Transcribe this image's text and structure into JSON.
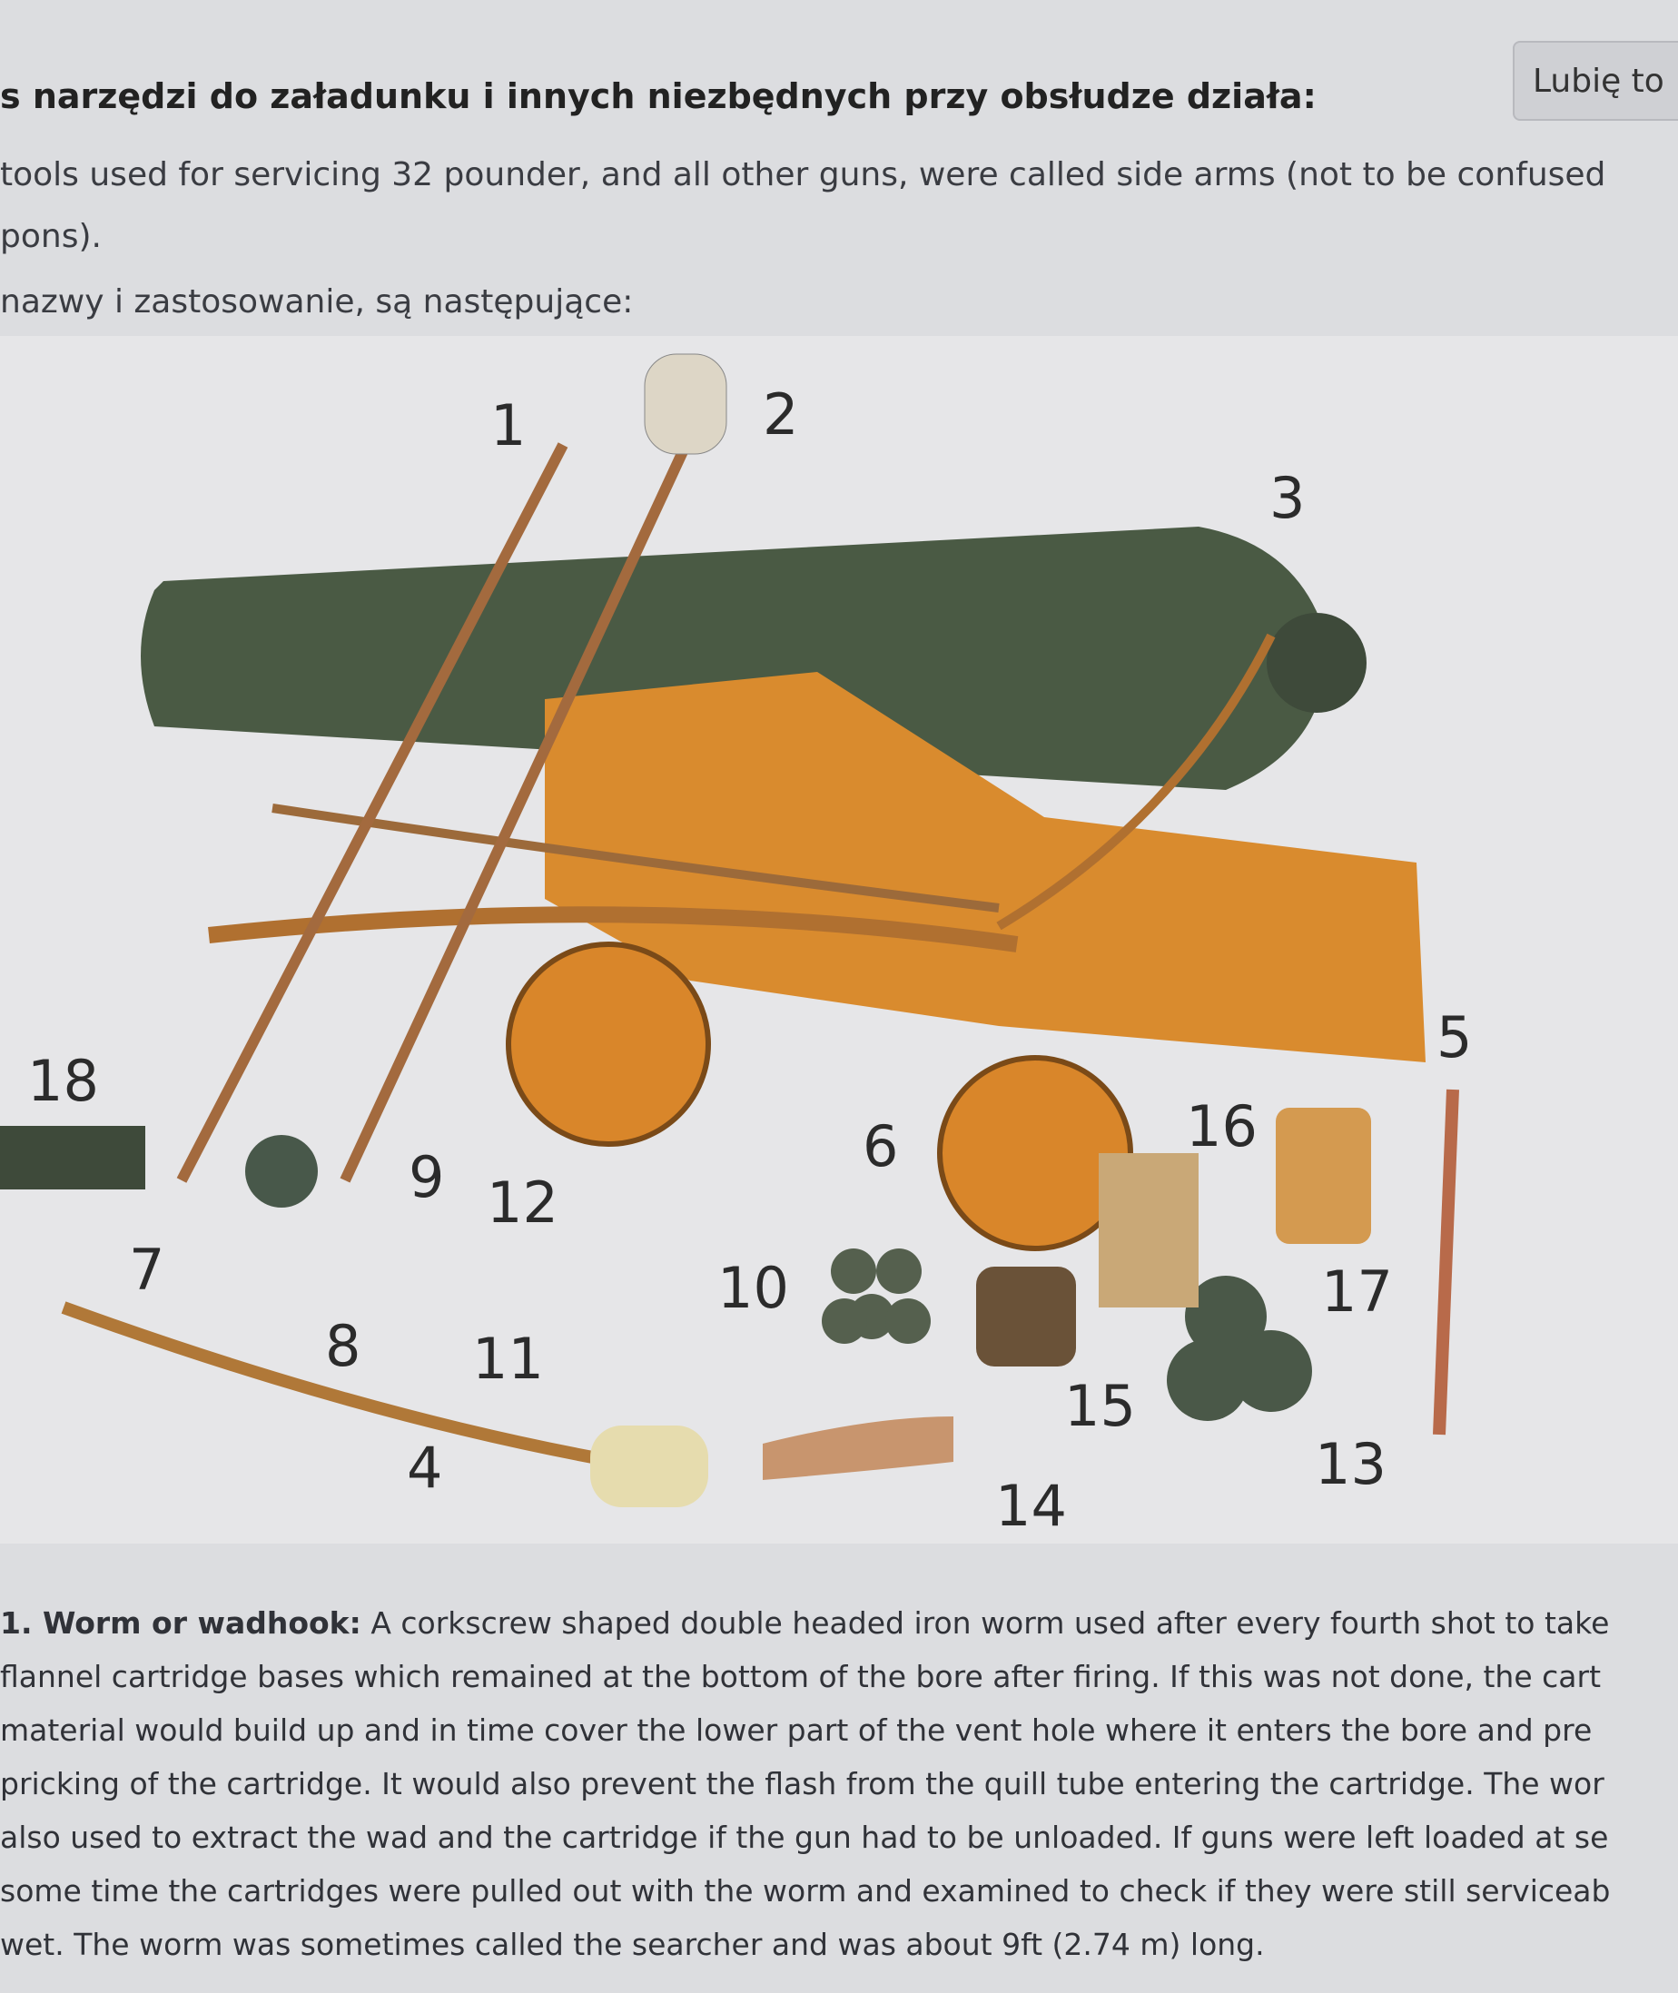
{
  "header": {
    "title": "s narzędzi do załadunku i innych niezbędnych przy obsłudze działa:",
    "like_button": "Lubię to"
  },
  "intro": [
    "tools used for servicing 32 pounder, and all other guns, were called side arms (not to be confused",
    "pons).",
    "nazwy i zastosowanie, są następujące:"
  ],
  "figure": {
    "labels": [
      "1",
      "2",
      "3",
      "4",
      "5",
      "6",
      "7",
      "8",
      "9",
      "10",
      "11",
      "12",
      "13",
      "14",
      "15",
      "16",
      "17",
      "18"
    ]
  },
  "description": {
    "term": "1. Worm or wadhook:",
    "lines": [
      " A corkscrew shaped double headed iron worm used after every fourth shot to take",
      "flannel cartridge bases which remained at the bottom of the bore after firing. If this was not done, the cart",
      "material would build up and in time cover the lower part of the vent hole where it enters the bore and pre",
      "pricking of the cartridge. It would also prevent the flash from the quill tube entering the cartridge. The wor",
      "also used to extract the wad and the cartridge if the gun had to be unloaded. If guns were left loaded at se",
      "some time the cartridges were pulled out with the worm and examined to check if they were still serviceab",
      "wet. The worm was sometimes called the searcher and was about 9ft (2.74 m) long."
    ]
  }
}
